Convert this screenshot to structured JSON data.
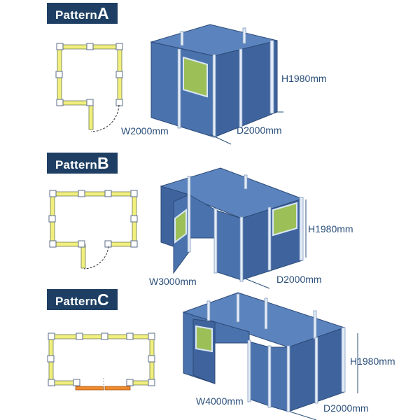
{
  "patterns": [
    {
      "prefix": "Pattern",
      "suffix": "A",
      "width": "W2000mm",
      "depth": "D2000mm",
      "height": "H1980mm"
    },
    {
      "prefix": "Pattern",
      "suffix": "B",
      "width": "W3000mm",
      "depth": "D2000mm",
      "height": "H1980mm"
    },
    {
      "prefix": "Pattern",
      "suffix": "C",
      "width": "W4000mm",
      "depth": "D2000mm",
      "height": "H1980mm"
    }
  ],
  "colors": {
    "badge": "#1e3f63",
    "panel": "#4a72ad",
    "window": "#9dbf58",
    "rail": "#f1ef7d",
    "bench": "#f08a2c"
  }
}
